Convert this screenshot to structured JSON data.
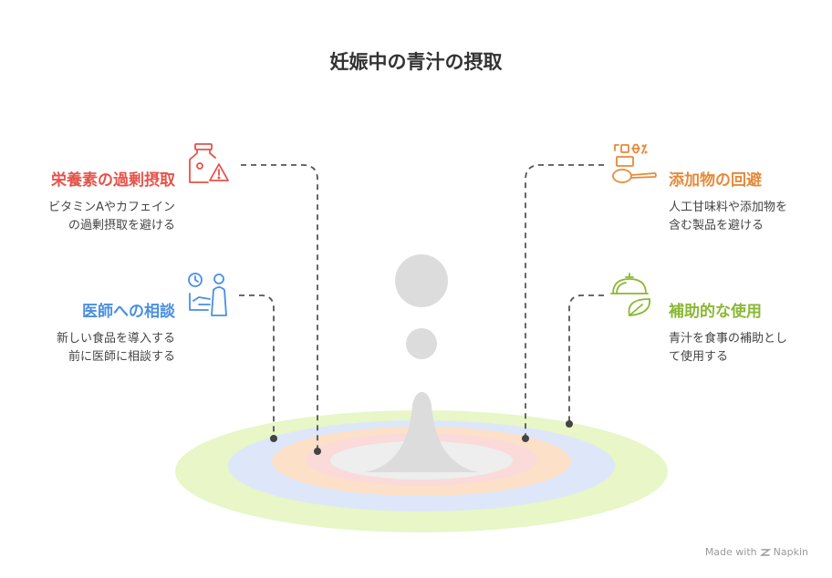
{
  "title": "妊娠中の青汁の摂取",
  "colors": {
    "red": "#e5534b",
    "orange": "#e58a3a",
    "blue": "#4a8fe3",
    "green": "#8ab833"
  },
  "items": [
    {
      "heading": "栄養素の過剰摂取",
      "lines": [
        "ビタミンAやカフェイン",
        "の過剰摂取を避ける"
      ],
      "icon": "nutrient-warning-icon"
    },
    {
      "heading": "添加物の回避",
      "lines": [
        "人工甘味料や添加物を",
        "含む製品を避ける"
      ],
      "icon": "additive-spoon-icon"
    },
    {
      "heading": "医師への相談",
      "lines": [
        "新しい食品を導入する",
        "前に医師に相談する"
      ],
      "icon": "doctor-consult-icon"
    },
    {
      "heading": "補助的な使用",
      "lines": [
        "青汁を食事の補助とし",
        "て使用する"
      ],
      "icon": "supplement-leaf-icon"
    }
  ],
  "footer": {
    "made_with": "Made with",
    "brand": "Napkin"
  }
}
